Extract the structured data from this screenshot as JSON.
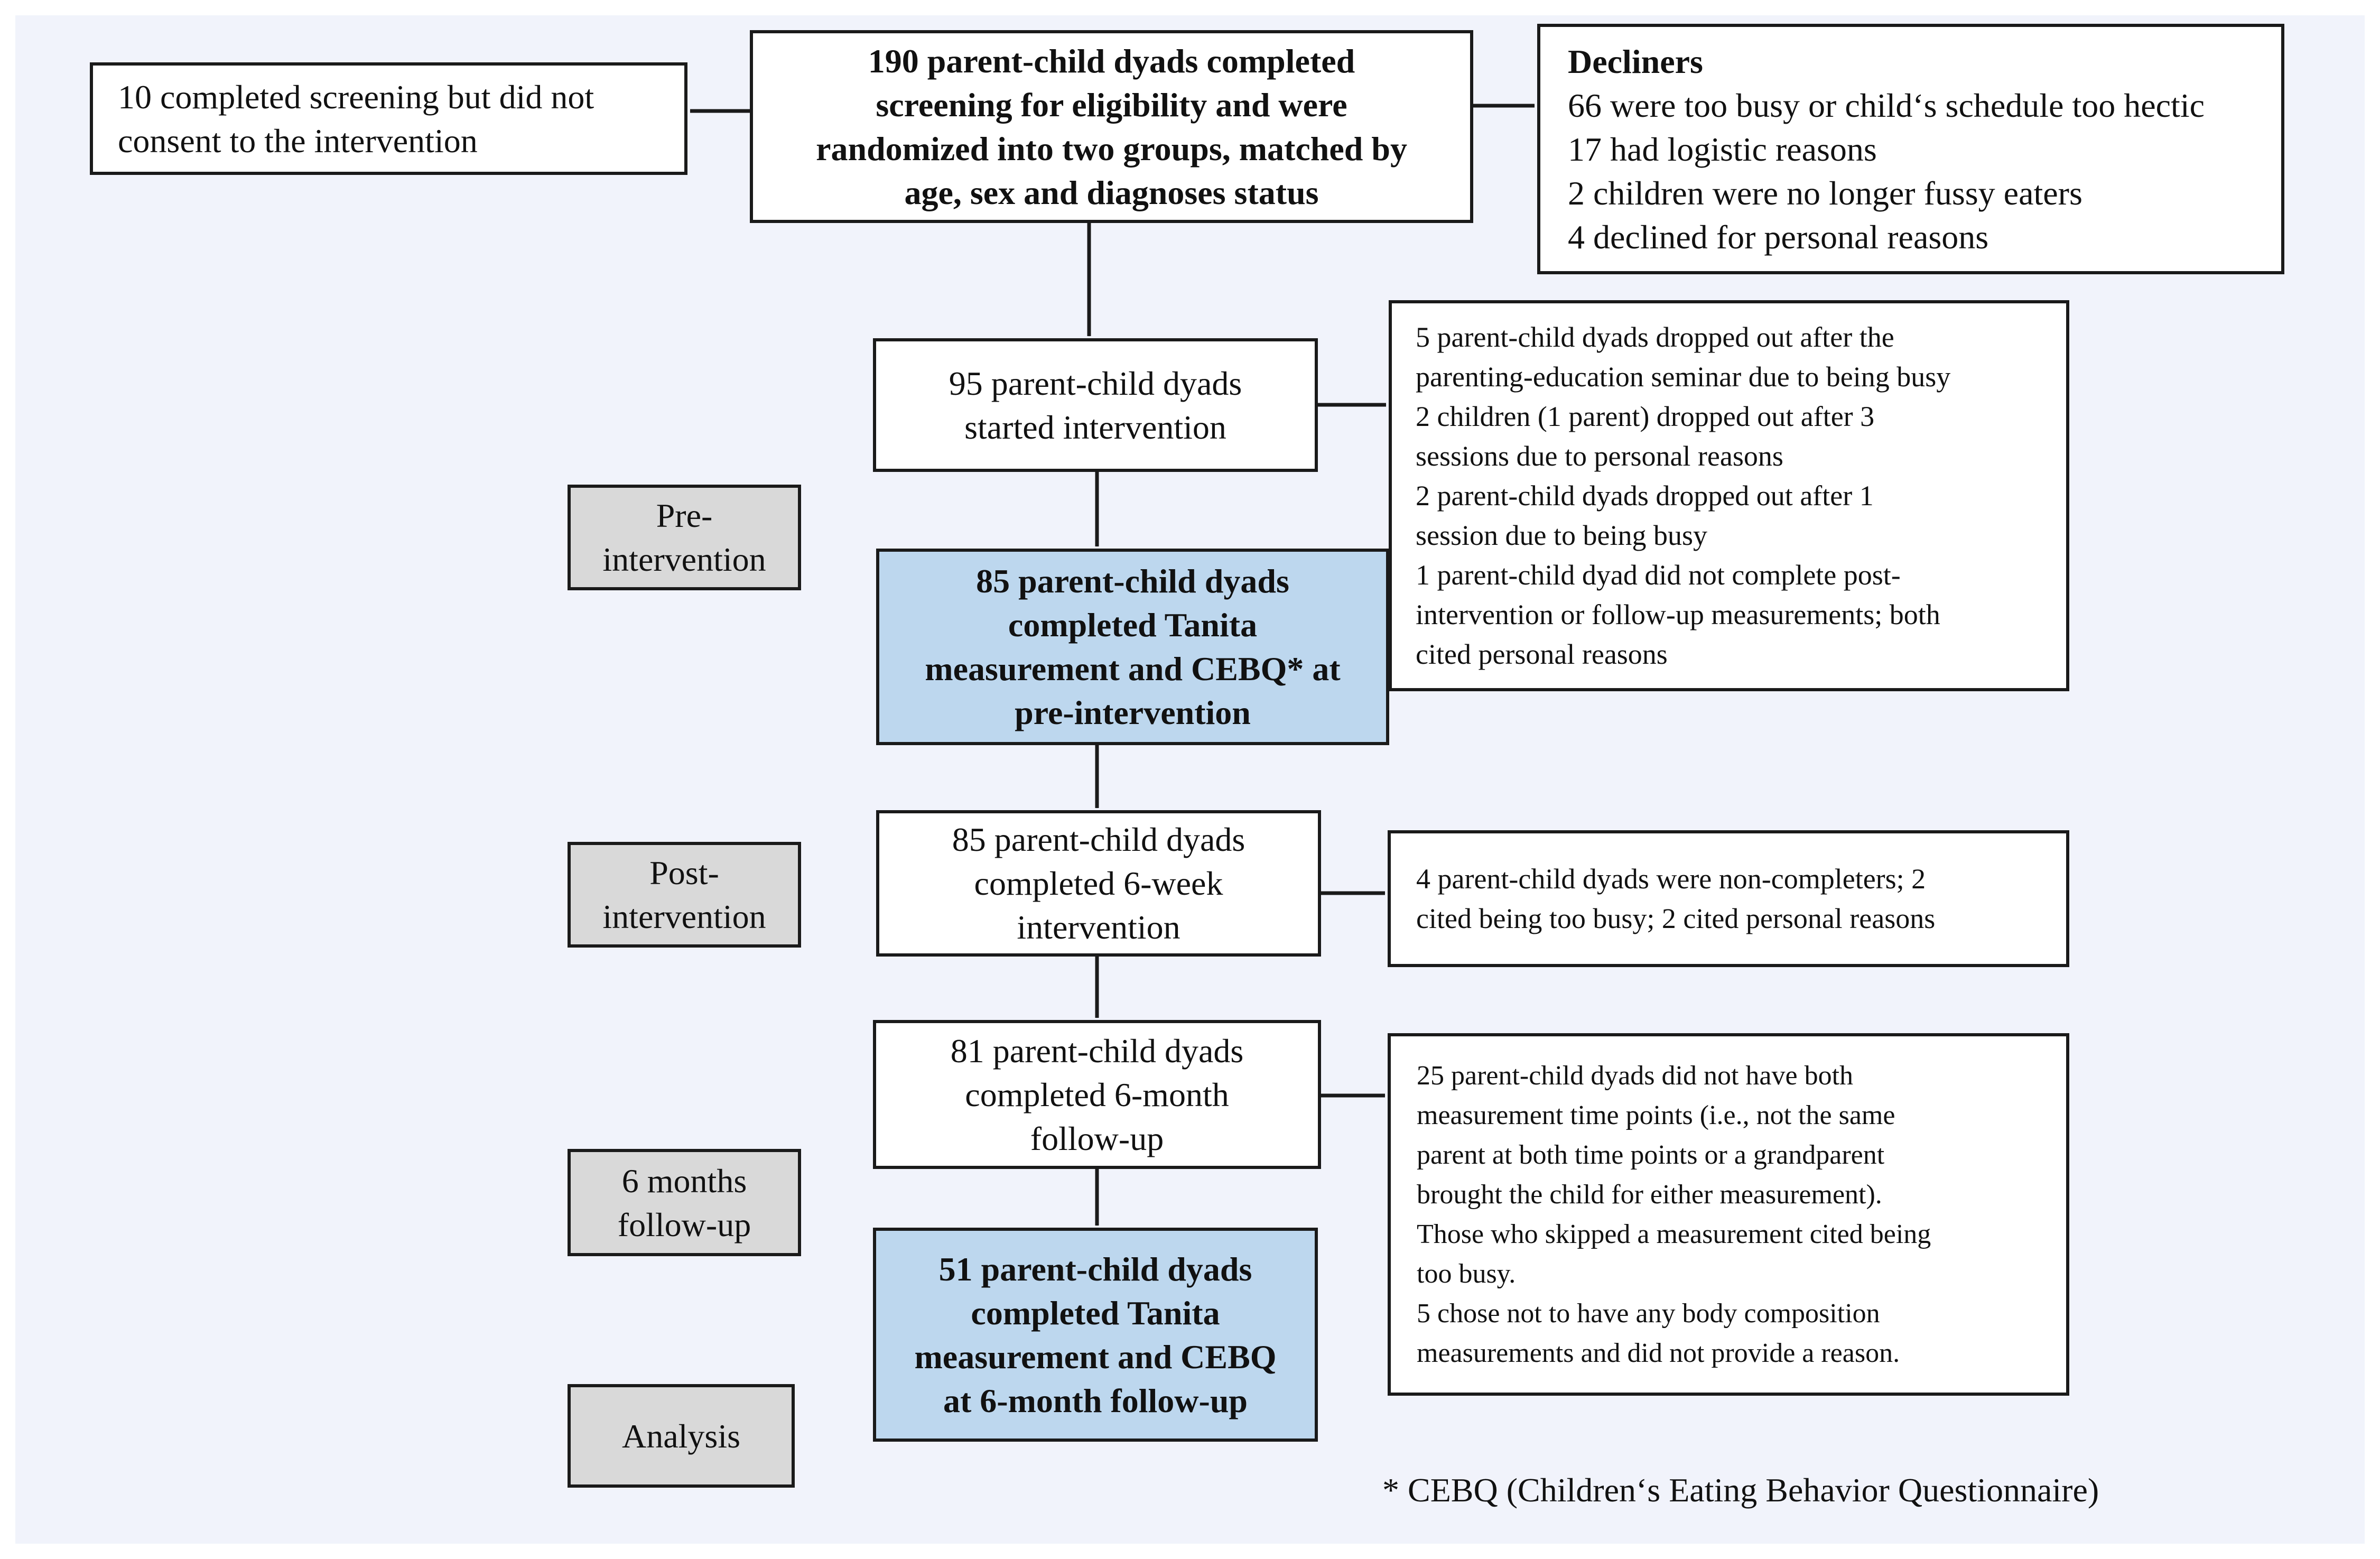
{
  "diagram": {
    "top_center": [
      "190 parent-child dyads completed",
      "screening for eligibility and were",
      "randomized into two groups, matched by",
      "age, sex and diagnoses status"
    ],
    "top_left": [
      "10 completed screening but did not",
      "consent to the intervention"
    ],
    "decliners": {
      "title": "Decliners",
      "lines": [
        "66 were too busy or child‘s schedule too hectic",
        "17 had logistic reasons",
        "2 children were no longer fussy eaters",
        "4 declined for personal reasons"
      ]
    },
    "started": [
      "95 parent-child dyads",
      "started intervention"
    ],
    "dropouts_1": [
      "5 parent-child dyads dropped out after the",
      "parenting-education seminar due to being busy",
      "2 children (1 parent) dropped out after 3",
      "sessions due to personal reasons",
      "2 parent-child dyads dropped out after 1",
      "session due to being busy",
      "1 parent-child dyad did not complete post-",
      "intervention or follow-up measurements; both",
      "cited personal reasons"
    ],
    "pre_measure": [
      "85 parent-child dyads",
      "completed Tanita",
      "measurement and CEBQ* at",
      "pre-intervention"
    ],
    "completed_6week": [
      "85 parent-child dyads",
      "completed 6-week",
      "intervention"
    ],
    "dropouts_2": [
      "4 parent-child dyads were non-completers; 2",
      "cited being too busy; 2 cited personal reasons"
    ],
    "followup": [
      "81 parent-child dyads",
      "completed 6-month",
      "follow-up"
    ],
    "dropouts_3": [
      "25 parent-child dyads did not have both",
      "measurement time points (i.e., not the same",
      "parent at both time points or a grandparent",
      "brought the child for either measurement).",
      "Those who skipped a measurement cited being",
      "too busy.",
      "5 chose not to have any body composition",
      "measurements and did not provide a reason."
    ],
    "followup_measure": [
      "51 parent-child dyads",
      "completed Tanita",
      "measurement and CEBQ",
      "at 6-month follow-up"
    ],
    "stage_labels": {
      "pre": [
        "Pre-",
        "intervention"
      ],
      "post": [
        "Post-",
        "intervention"
      ],
      "six_months": [
        "6 months",
        "follow-up"
      ],
      "analysis": [
        "Analysis"
      ]
    },
    "footnote": "* CEBQ (Children‘s Eating Behavior Questionnaire)"
  },
  "colors": {
    "panel_background": "#f1f3fb",
    "box_border": "#1a1a1a",
    "highlight_box": "#bdd7ee",
    "stage_label_box": "#d9d9d9",
    "arrow": "#1a1a1a"
  }
}
